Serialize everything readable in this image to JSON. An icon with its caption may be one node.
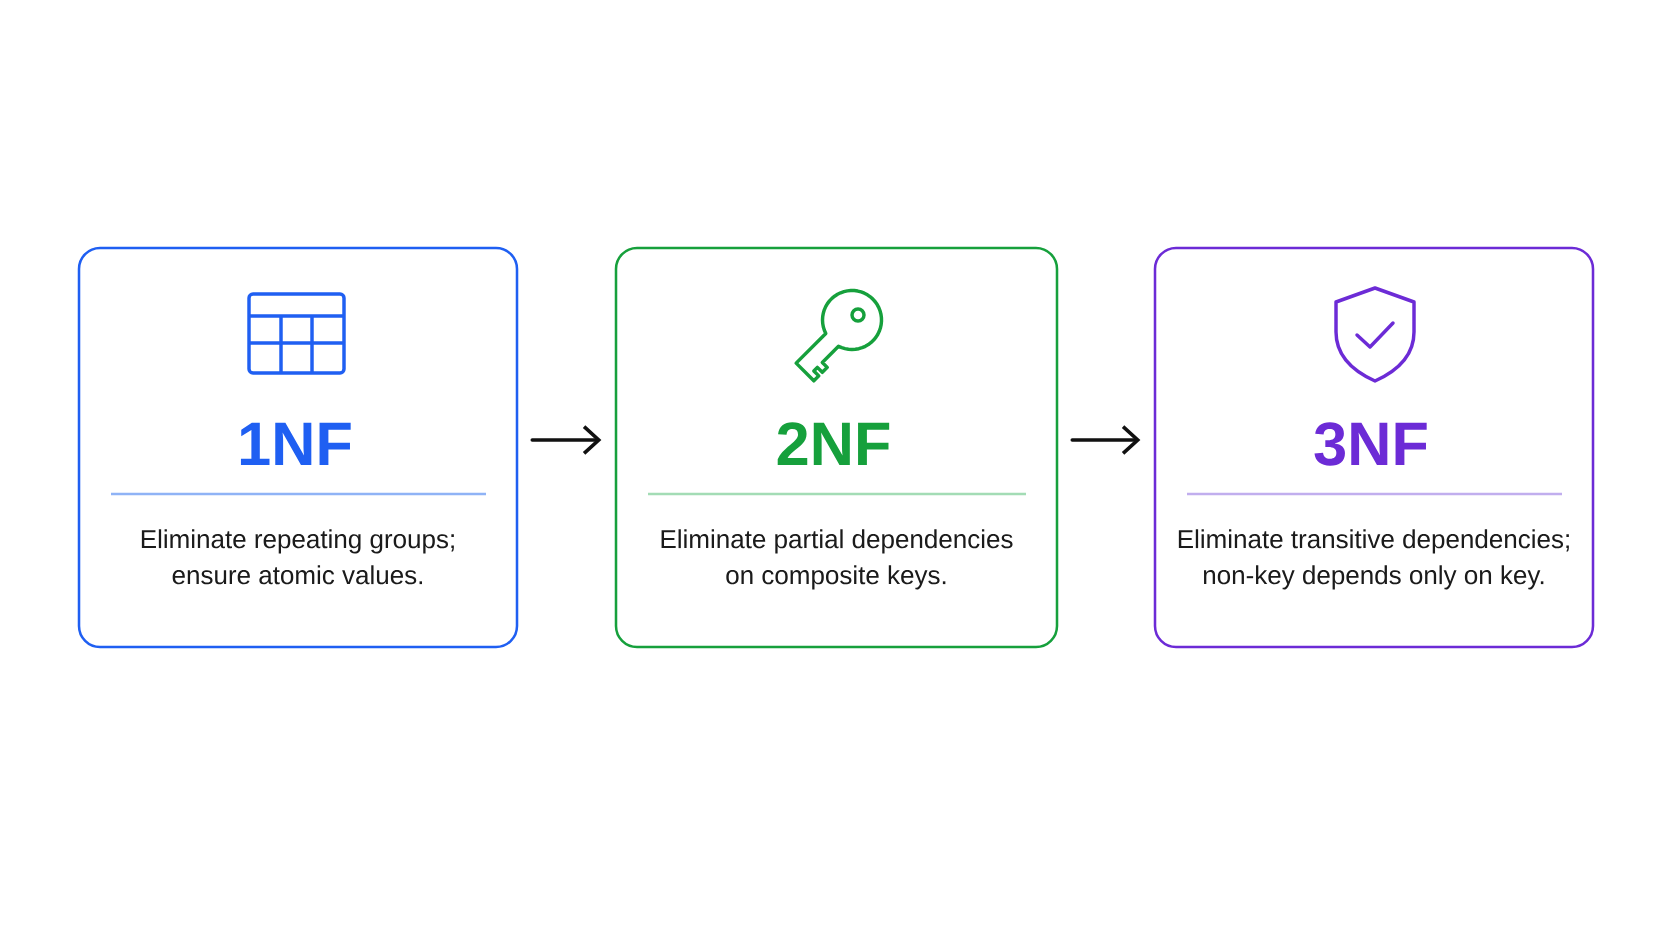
{
  "diagram": {
    "nodes": [
      {
        "text": [
          "1NF",
          "Eliminate repeating groups; ensure atomic values."
        ]
      },
      {
        "text": [
          "2NF",
          "Eliminate partial dependencies on composite keys."
        ]
      },
      {
        "text": [
          "3NF",
          "Eliminate transitive dependencies; non-key depends only on key."
        ]
      }
    ],
    "edges": [
      {
        "from": 0,
        "to": 1,
        "arrow": "to"
      },
      {
        "from": 1,
        "to": 2,
        "arrow": "to"
      }
    ]
  }
}
